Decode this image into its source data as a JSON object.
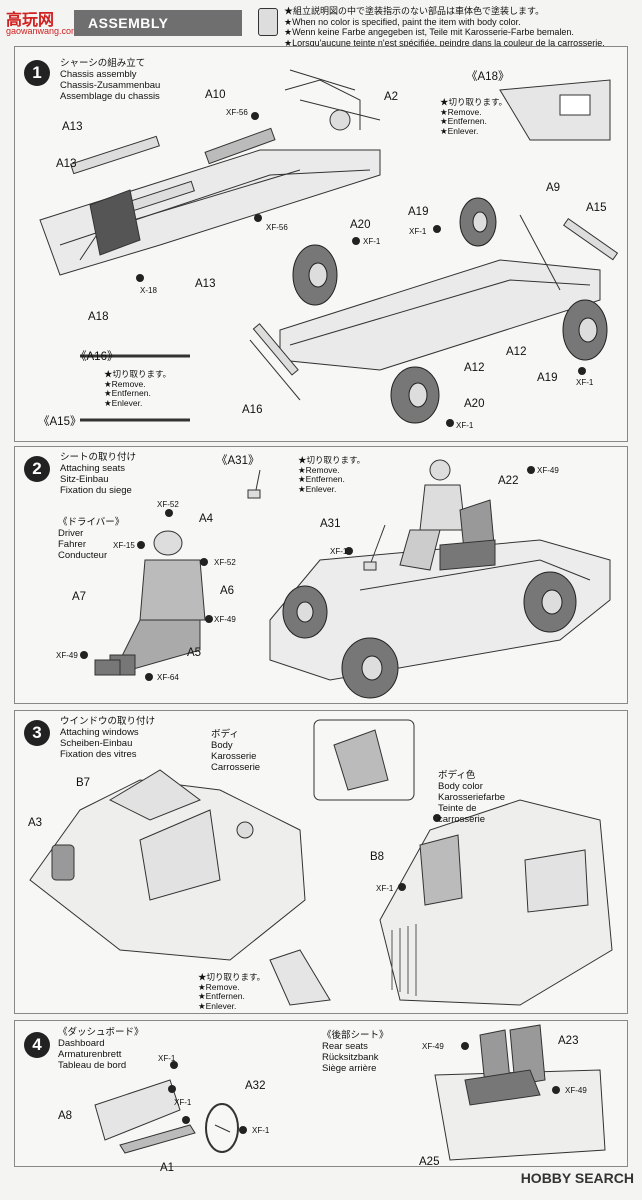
{
  "watermark": {
    "logo": "高玩网",
    "sub": "gaowanwang.com"
  },
  "header": {
    "title": "ASSEMBLY",
    "notes": [
      "★組立説明図の中で塗装指示のない部品は車体色で塗装します。",
      "★When no color is specified, paint the item with body color.",
      "★Wenn keine Farbe angegeben ist, Teile mit Karosserie-Farbe bemalen.",
      "★Lorsqu'aucune teinte n'est spécifiée, peindre dans la couleur de la carrosserie."
    ]
  },
  "remove": [
    "★切り取ります。",
    "★Remove.",
    "★Entfernen.",
    "★Enlever."
  ],
  "steps": [
    {
      "num": "1",
      "lines": [
        "シャーシの組み立て",
        "Chassis assembly",
        "Chassis-Zusammenbau",
        "Assemblage du chassis"
      ],
      "sub_a18": "《A18》",
      "sub_a16": "《A16》",
      "sub_a15": "《A15》",
      "parts": {
        "a10": "A10",
        "a2": "A2",
        "a13a": "A13",
        "a13b": "A13",
        "a18": "A18",
        "a20a": "A20",
        "a20b": "A20",
        "a19a": "A19",
        "a19b": "A19",
        "a9": "A9",
        "a15": "A15",
        "a12a": "A12",
        "a12b": "A12",
        "a16": "A16"
      },
      "colors": {
        "xf56a": "XF-56",
        "xf56b": "XF-56",
        "x18": "X-18",
        "xf1a": "XF-1",
        "xf1b": "XF-1",
        "xf1c": "XF-1",
        "xf1d": "XF-1"
      }
    },
    {
      "num": "2",
      "lines": [
        "シートの取り付け",
        "Attaching seats",
        "Sitz-Einbau",
        "Fixation du siege"
      ],
      "sub_a31": "《A31》",
      "driver": [
        "《ドライバー》",
        "Driver",
        "Fahrer",
        "Conducteur"
      ],
      "parts": {
        "a4": "A4",
        "a6": "A6",
        "a7": "A7",
        "a5": "A5",
        "a31": "A31",
        "a22": "A22"
      },
      "colors": {
        "xf52a": "XF-52",
        "xf52b": "XF-52",
        "xf15": "XF-15",
        "xf49a": "XF-49",
        "xf49b": "XF-49",
        "xf49c": "XF-49",
        "xf64": "XF-64",
        "xf1": "XF-1"
      }
    },
    {
      "num": "3",
      "lines": [
        "ウインドウの取り付け",
        "Attaching windows",
        "Scheiben-Einbau",
        "Fixation des vitres"
      ],
      "body": [
        "ボディ",
        "Body",
        "Karosserie",
        "Carrosserie"
      ],
      "body_color": [
        "ボディ色",
        "Body color",
        "Karosseriefarbe",
        "Teinte de",
        "carrosserie"
      ],
      "parts": {
        "b7": "B7",
        "a3": "A3",
        "b8": "B8"
      },
      "colors": {
        "xf1": "XF-1"
      }
    },
    {
      "num": "4",
      "dash": [
        "《ダッシュボード》",
        "Dashboard",
        "Armaturenbrett",
        "Tableau de bord"
      ],
      "rear": [
        "《後部シート》",
        "Rear seats",
        "Rücksitzbank",
        "Siège arrière"
      ],
      "parts": {
        "a8": "A8",
        "a32": "A32",
        "a1": "A1",
        "a23": "A23",
        "a25": "A25"
      },
      "colors": {
        "xf1a": "XF-1",
        "xf1b": "XF-1",
        "xf1c": "XF-1",
        "xf49a": "XF-49",
        "xf49b": "XF-49"
      }
    }
  ],
  "footer": "HOBBY SEARCH"
}
